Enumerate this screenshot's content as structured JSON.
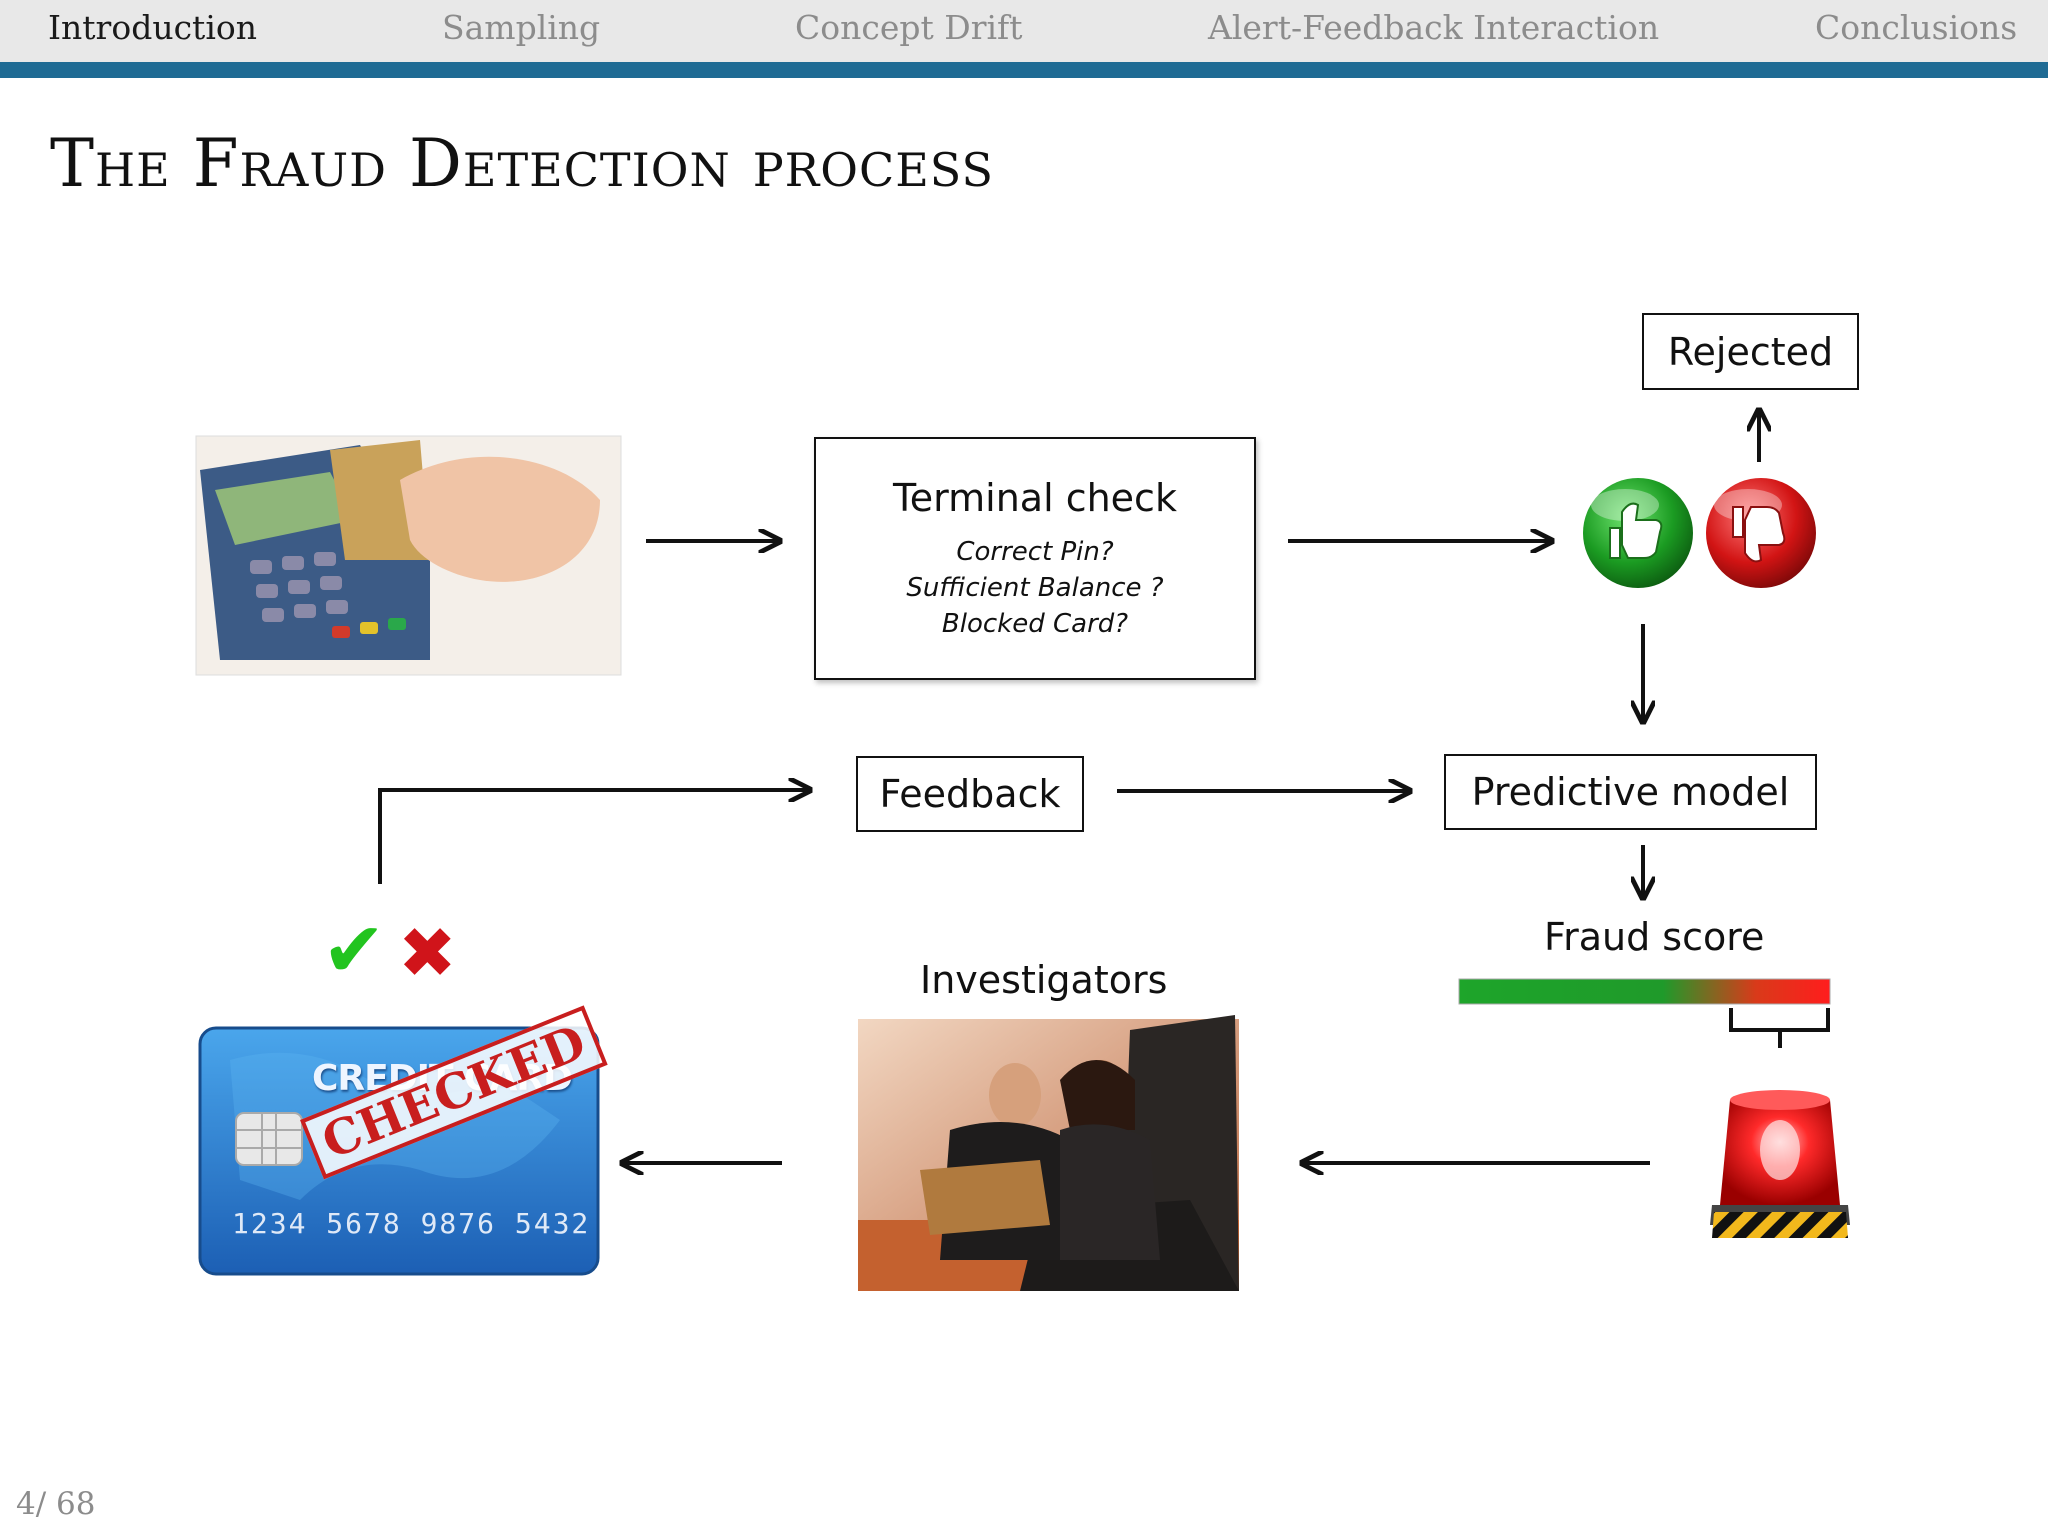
{
  "nav": {
    "items": [
      "Introduction",
      "Sampling",
      "Concept Drift",
      "Alert-Feedback Interaction",
      "Conclusions"
    ],
    "active": "Introduction"
  },
  "slide": {
    "title": "The Fraud Detection process",
    "page_number": "4/ 68"
  },
  "diagram": {
    "terminal_check": {
      "title": "Terminal check",
      "questions": [
        "Correct Pin?",
        "Sufficient Balance ?",
        "Blocked Card?"
      ]
    },
    "rejected_label": "Rejected",
    "feedback_label": "Feedback",
    "predictive_model_label": "Predictive model",
    "fraud_score_label": "Fraud score",
    "investigators_label": "Investigators",
    "credit_card": {
      "title": "CREDIT CARD",
      "stamp": "CHECKED",
      "number": "1234 5678 9876 5432"
    },
    "check_mark": "✔",
    "cross_mark": "✖",
    "colors": {
      "accept_green": "#1fa51f",
      "reject_red": "#d21f1f",
      "check_green": "#22c41f",
      "cross_red": "#d0141a",
      "nav_accent": "#1f6b94",
      "card_blue": "#2f86d6",
      "stamp_red": "#c81e1e"
    },
    "icons": [
      "thumbs-up-icon",
      "thumbs-down-icon",
      "siren-icon",
      "payment-terminal-image",
      "investigators-photo",
      "credit-card-image"
    ]
  }
}
